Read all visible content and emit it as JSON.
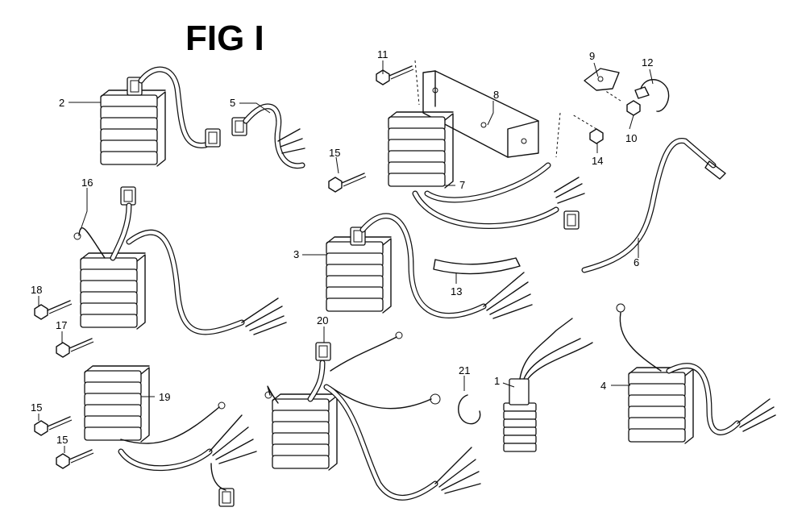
{
  "figure": {
    "title": "FIG I"
  },
  "callouts": {
    "c1": "1",
    "c2": "2",
    "c3": "3",
    "c4": "4",
    "c5": "5",
    "c6": "6",
    "c7": "7",
    "c8": "8",
    "c9": "9",
    "c10": "10",
    "c11": "11",
    "c12": "12",
    "c13": "13",
    "c14": "14",
    "c15a": "15",
    "c15b": "15",
    "c15c": "15",
    "c16": "16",
    "c17": "17",
    "c18": "18",
    "c19": "19",
    "c20": "20",
    "c21": "21"
  }
}
